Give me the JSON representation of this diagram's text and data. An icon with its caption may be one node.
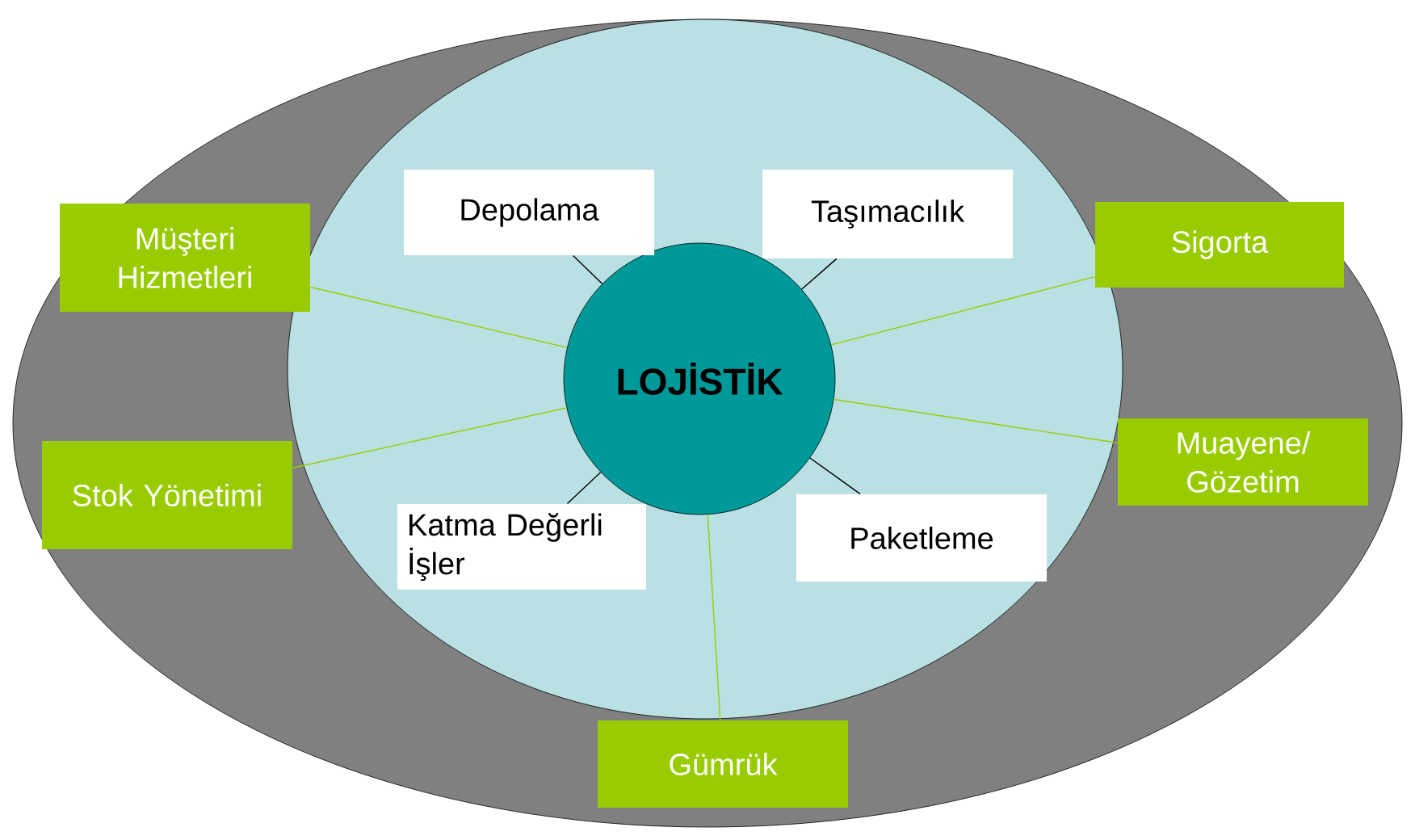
{
  "diagram": {
    "nodes": [
      {
        "text": [
          "LOJİSTİK"
        ]
      },
      {
        "text": [
          "Depolama"
        ]
      },
      {
        "text": [
          "Taşımacılık"
        ]
      },
      {
        "text": [
          "Katma Değerli İşler"
        ]
      },
      {
        "text": [
          "Paketleme"
        ]
      },
      {
        "text": [
          "Müşteri Hizmetleri"
        ]
      },
      {
        "text": [
          "Sigorta"
        ]
      },
      {
        "text": [
          "Stok Yönetimi"
        ]
      },
      {
        "text": [
          "Muayene/ Gözetim"
        ]
      },
      {
        "text": [
          "Gümrük"
        ]
      }
    ],
    "edges": [
      {
        "from": 0,
        "to": 1,
        "arrow": "none",
        "color": "#000000"
      },
      {
        "from": 0,
        "to": 2,
        "arrow": "none",
        "color": "#000000"
      },
      {
        "from": 0,
        "to": 3,
        "arrow": "none",
        "color": "#000000"
      },
      {
        "from": 0,
        "to": 4,
        "arrow": "none",
        "color": "#000000"
      },
      {
        "from": 0,
        "to": 5,
        "arrow": "none"
      },
      {
        "from": 0,
        "to": 6,
        "arrow": "none"
      },
      {
        "from": 0,
        "to": 7,
        "arrow": "none"
      },
      {
        "from": 0,
        "to": 8,
        "arrow": "none"
      },
      {
        "from": 0,
        "to": 9,
        "arrow": "none"
      }
    ]
  }
}
